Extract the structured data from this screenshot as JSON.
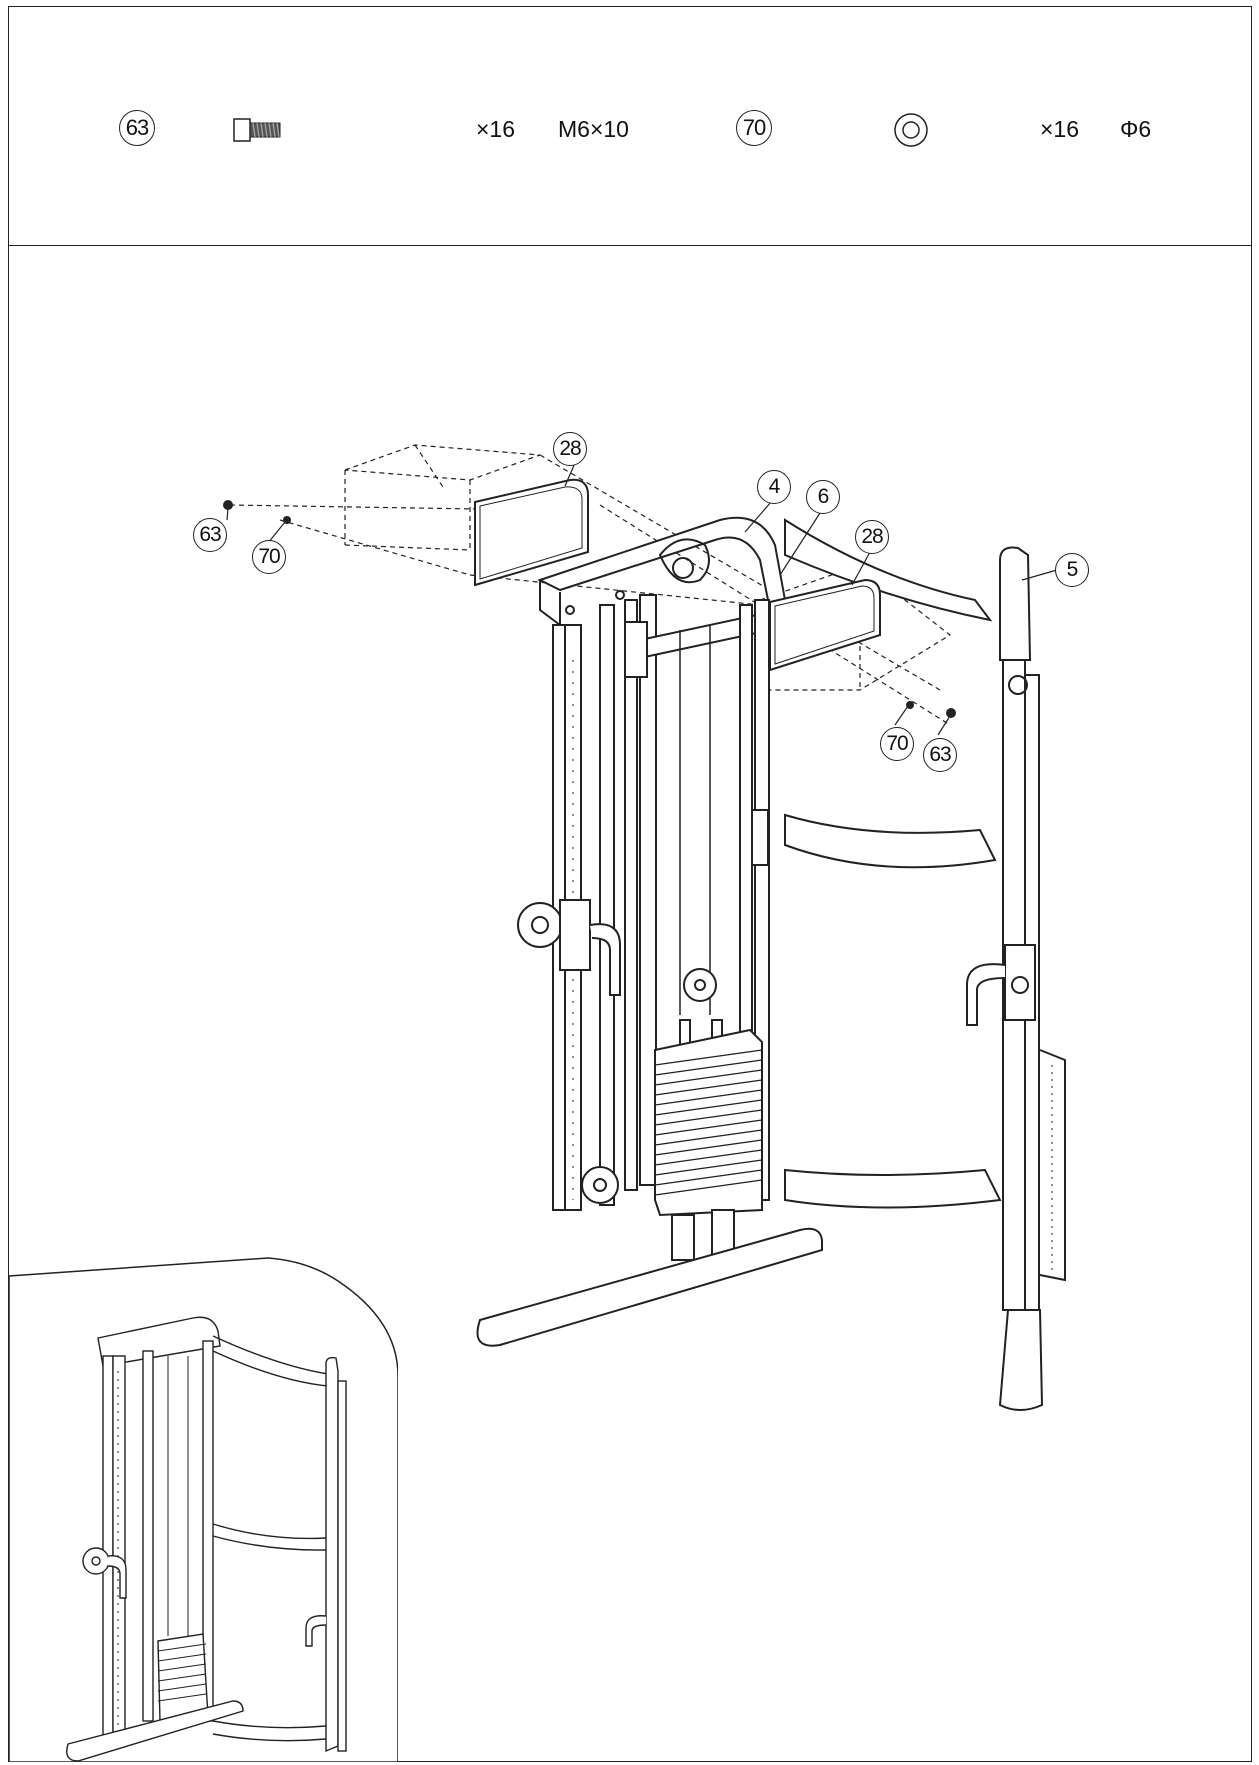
{
  "hardware": [
    {
      "part": "63",
      "qty": "×16",
      "spec": "M6×10",
      "icon": "bolt-icon"
    },
    {
      "part": "70",
      "qty": "×16",
      "spec": "Φ6",
      "icon": "washer-icon"
    }
  ],
  "callouts": {
    "panel_left": "28",
    "frame_top": "4",
    "bracket": "6",
    "panel_right": "28",
    "upright": "5",
    "bolt_left": "63",
    "washer_left": "70",
    "washer_right": "70",
    "bolt_right": "63"
  }
}
